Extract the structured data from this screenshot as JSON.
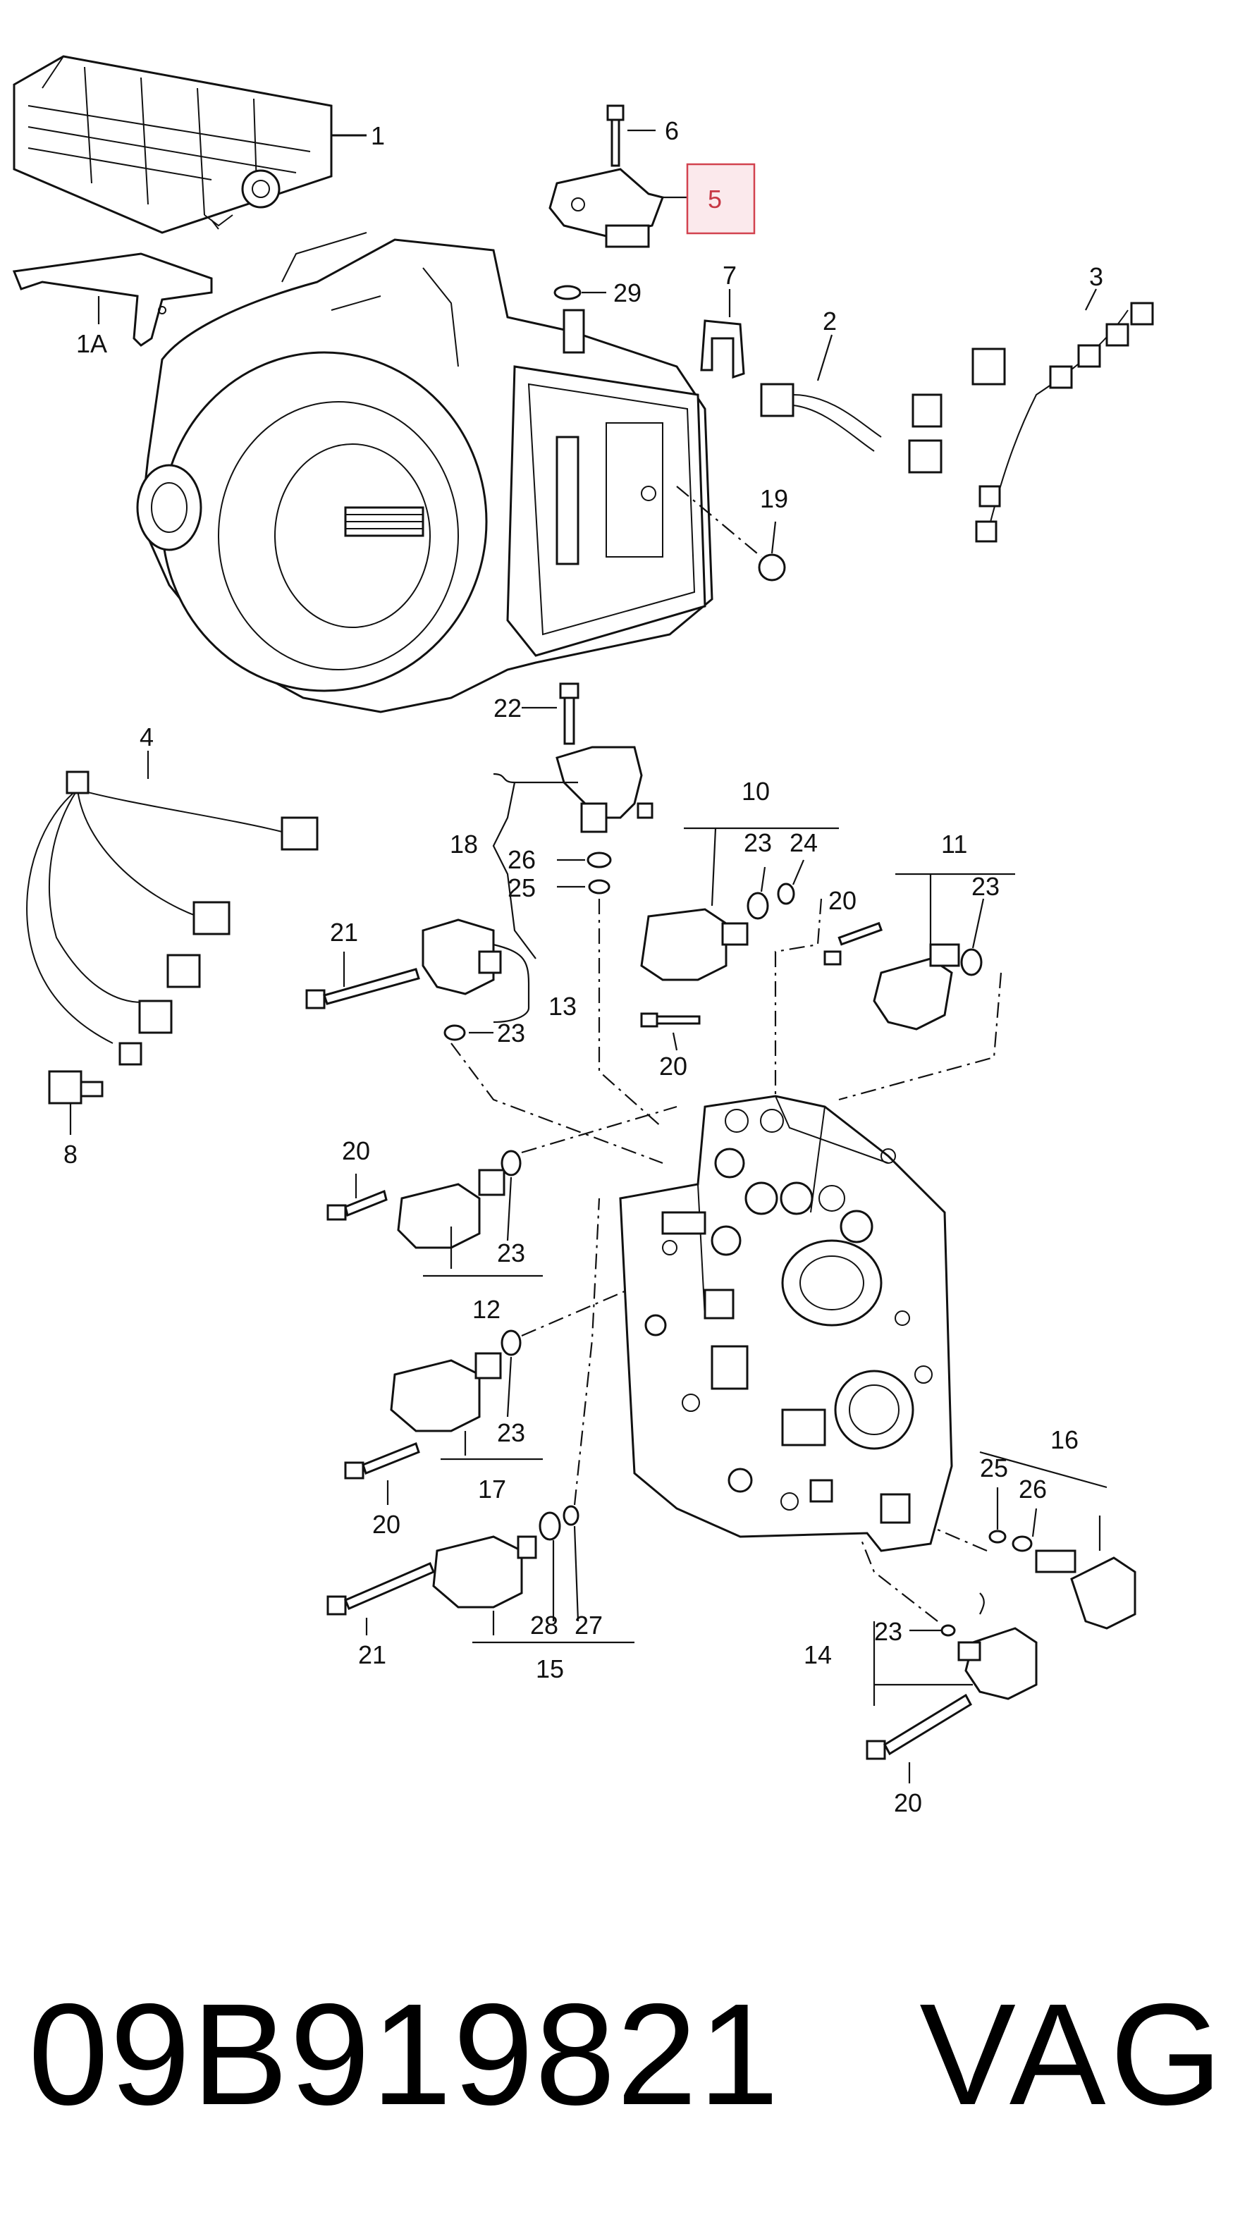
{
  "diagram": {
    "highlight_color": "#d2424f",
    "highlighted_label": "5",
    "callouts": [
      {
        "id": "c1",
        "text": "1"
      },
      {
        "id": "c1a",
        "text": "1A"
      },
      {
        "id": "c2",
        "text": "2"
      },
      {
        "id": "c3",
        "text": "3"
      },
      {
        "id": "c4",
        "text": "4"
      },
      {
        "id": "c5",
        "text": "5"
      },
      {
        "id": "c6",
        "text": "6"
      },
      {
        "id": "c7",
        "text": "7"
      },
      {
        "id": "c8",
        "text": "8"
      },
      {
        "id": "c10",
        "text": "10"
      },
      {
        "id": "c11",
        "text": "11"
      },
      {
        "id": "c12",
        "text": "12"
      },
      {
        "id": "c13",
        "text": "13"
      },
      {
        "id": "c14",
        "text": "14"
      },
      {
        "id": "c15",
        "text": "15"
      },
      {
        "id": "c16",
        "text": "16"
      },
      {
        "id": "c17",
        "text": "17"
      },
      {
        "id": "c18",
        "text": "18"
      },
      {
        "id": "c19",
        "text": "19"
      },
      {
        "id": "c20a",
        "text": "20"
      },
      {
        "id": "c20b",
        "text": "20"
      },
      {
        "id": "c20c",
        "text": "20"
      },
      {
        "id": "c20d",
        "text": "20"
      },
      {
        "id": "c20e",
        "text": "20"
      },
      {
        "id": "c21a",
        "text": "21"
      },
      {
        "id": "c21b",
        "text": "21"
      },
      {
        "id": "c22",
        "text": "22"
      },
      {
        "id": "c23a",
        "text": "23"
      },
      {
        "id": "c23b",
        "text": "23"
      },
      {
        "id": "c23c",
        "text": "23"
      },
      {
        "id": "c23d",
        "text": "23"
      },
      {
        "id": "c23e",
        "text": "23"
      },
      {
        "id": "c23f",
        "text": "23"
      },
      {
        "id": "c24",
        "text": "24"
      },
      {
        "id": "c25a",
        "text": "25"
      },
      {
        "id": "c25b",
        "text": "25"
      },
      {
        "id": "c26a",
        "text": "26"
      },
      {
        "id": "c26b",
        "text": "26"
      },
      {
        "id": "c27",
        "text": "27"
      },
      {
        "id": "c28",
        "text": "28"
      },
      {
        "id": "c29",
        "text": "29"
      }
    ]
  },
  "footer": {
    "part_number": "09B919821",
    "brand": "VAG"
  }
}
